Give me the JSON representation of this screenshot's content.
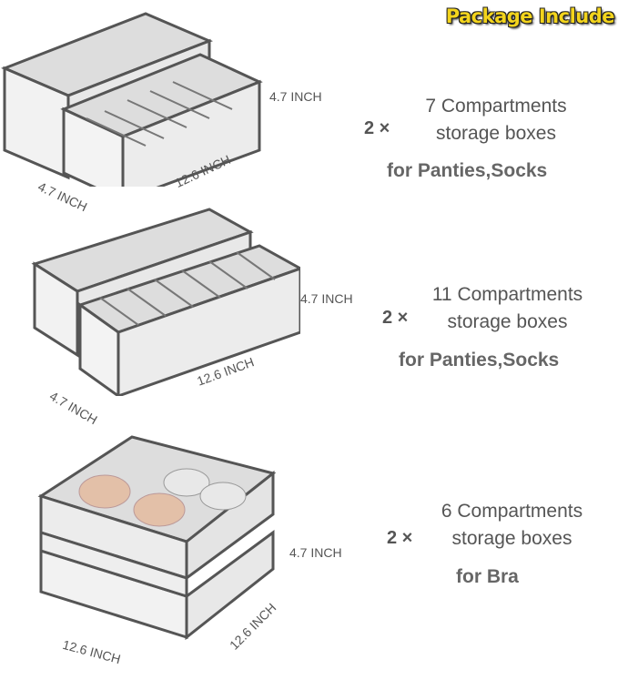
{
  "title": "Package Include",
  "sets": [
    {
      "qty": "2 ×",
      "line1": "7 Compartments",
      "line2": "storage boxes",
      "use": "for Panties,Socks",
      "height": "4.7 INCH",
      "width": "4.7 INCH",
      "length": "12.6 INCH"
    },
    {
      "qty": "2 ×",
      "line1": "11 Compartments",
      "line2": "storage boxes",
      "use": "for Panties,Socks",
      "height": "4.7 INCH",
      "width": "4.7 INCH",
      "length": "12.6 INCH"
    },
    {
      "qty": "2 ×",
      "line1": "6 Compartments",
      "line2": "storage boxes",
      "use": "for Bra",
      "height": "4.7 INCH",
      "width": "12.6 INCH",
      "length": "12.6 INCH"
    }
  ]
}
